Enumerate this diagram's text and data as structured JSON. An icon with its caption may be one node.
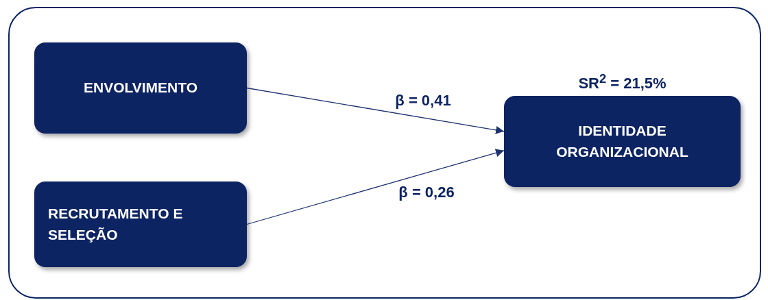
{
  "diagram": {
    "nodes": [
      {
        "text": [],
        "shape": "box"
      },
      {
        "text": [
          "ENVOLVIMENTO"
        ],
        "in": 0
      },
      {
        "text": [
          "RECRUTAMENTO E SELEÇÃO"
        ],
        "in": 0
      },
      {
        "text": [
          "IDENTIDADE ORGANIZACIONAL"
        ],
        "in": 0,
        "beside": [
          "SR$^{2}$ = 21,5%"
        ]
      }
    ],
    "edges": [
      {
        "from": 1,
        "to": 3,
        "arrow": "to",
        "label": "β = 0,41"
      },
      {
        "from": 2,
        "to": 3,
        "arrow": "to",
        "label": "β = 0,26"
      }
    ]
  }
}
